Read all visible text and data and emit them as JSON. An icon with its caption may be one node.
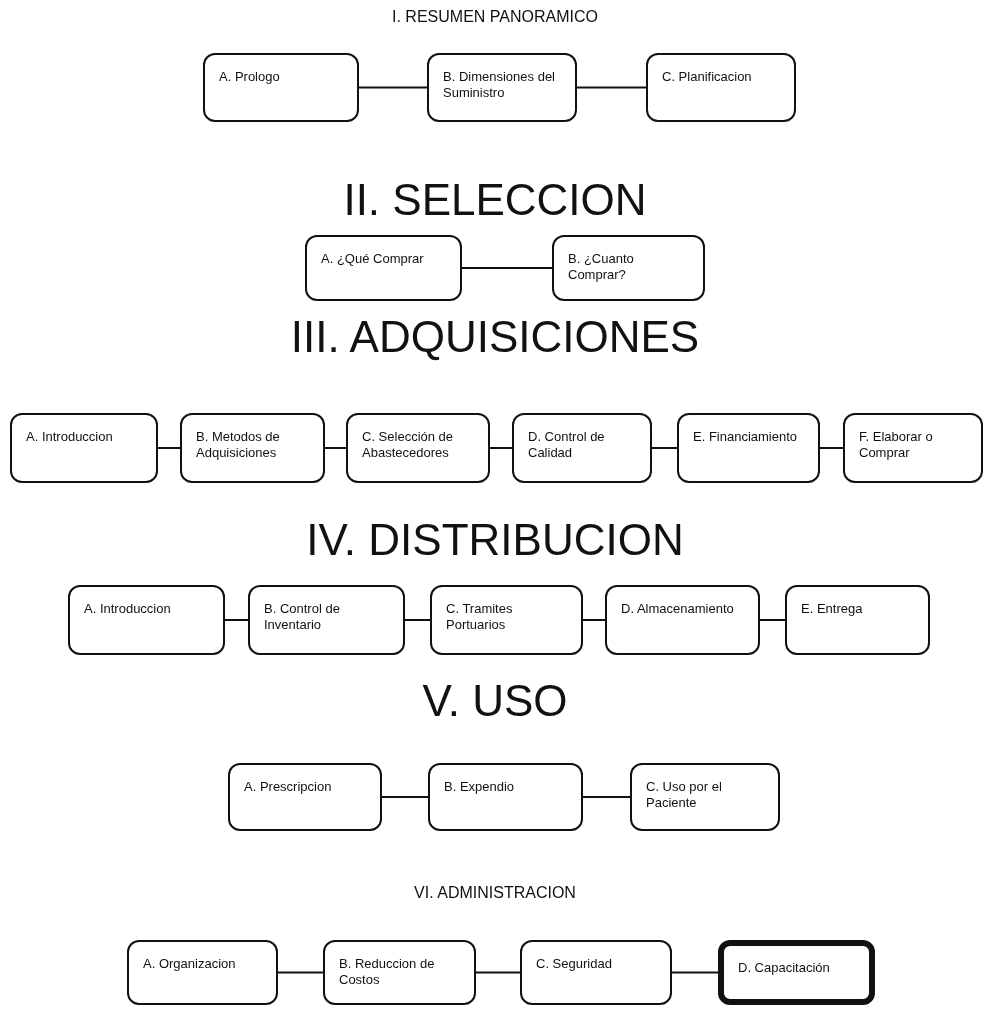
{
  "diagram": {
    "nodes": [
      {
        "text": [
          "A. Prologo"
        ]
      },
      {
        "text": [
          "B. Dimensiones del Suministro"
        ]
      },
      {
        "text": [
          "C. Planificacion"
        ]
      },
      {
        "text": [
          "A. ¿Qué Comprar"
        ]
      },
      {
        "text": [
          "B. ¿Cuanto Comprar?"
        ]
      },
      {
        "text": [
          "A. Introduccion"
        ]
      },
      {
        "text": [
          "B. Metodos de Adquisiciones"
        ]
      },
      {
        "text": [
          "C. Selección de Abastecedores"
        ]
      },
      {
        "text": [
          "D. Control de Calidad"
        ]
      },
      {
        "text": [
          "E. Financiamiento"
        ]
      },
      {
        "text": [
          "F. Elaborar o Comprar"
        ]
      },
      {
        "text": [
          "A. Introduccion"
        ]
      },
      {
        "text": [
          "B. Control de Inventario"
        ]
      },
      {
        "text": [
          "C. Tramites Portuarios"
        ]
      },
      {
        "text": [
          "D. Almacenamiento"
        ]
      },
      {
        "text": [
          "E. Entrega"
        ]
      },
      {
        "text": [
          "A. Prescripcion"
        ]
      },
      {
        "text": [
          "B. Expendio"
        ]
      },
      {
        "text": [
          "C. Uso por el Paciente"
        ]
      },
      {
        "text": [
          "A. Organizacion"
        ]
      },
      {
        "text": [
          "B. Reduccion de Costos"
        ]
      },
      {
        "text": [
          "C. Seguridad"
        ]
      },
      {
        "text": [
          "D. Capacitación"
        ]
      }
    ],
    "edges": [
      {
        "from": 0,
        "to": 1,
        "arrow": "none"
      },
      {
        "from": 1,
        "to": 2,
        "arrow": "none"
      },
      {
        "from": 3,
        "to": 4,
        "arrow": "none"
      },
      {
        "from": 5,
        "to": 6,
        "arrow": "none"
      },
      {
        "from": 6,
        "to": 7,
        "arrow": "none"
      },
      {
        "from": 7,
        "to": 8,
        "arrow": "none"
      },
      {
        "from": 8,
        "to": 9,
        "arrow": "none"
      },
      {
        "from": 9,
        "to": 10,
        "arrow": "none"
      },
      {
        "from": 11,
        "to": 12,
        "arrow": "none"
      },
      {
        "from": 12,
        "to": 13,
        "arrow": "none"
      },
      {
        "from": 13,
        "to": 14,
        "arrow": "none"
      },
      {
        "from": 14,
        "to": 15,
        "arrow": "none"
      },
      {
        "from": 16,
        "to": 17,
        "arrow": "none"
      },
      {
        "from": 17,
        "to": 18,
        "arrow": "none"
      },
      {
        "from": 19,
        "to": 20,
        "arrow": "none"
      },
      {
        "from": 20,
        "to": 21,
        "arrow": "none"
      },
      {
        "from": 21,
        "to": 22,
        "arrow": "none"
      }
    ],
    "labels": [
      "I. RESUMEN PANORAMICO",
      "II. SELECCION",
      "III. ADQUISICIONES",
      "IV. DISTRIBUCION",
      "V. USO",
      "VI. ADMINISTRACION"
    ]
  }
}
